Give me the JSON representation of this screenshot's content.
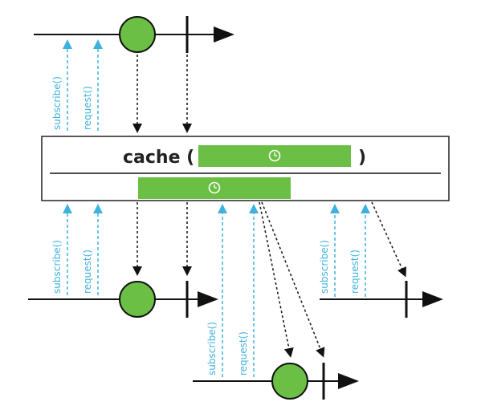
{
  "operator": {
    "name": "cache (",
    "close_paren": ")",
    "param_icon": "clock-icon",
    "time_icon": "clock-icon"
  },
  "labels": {
    "subscribe": "subscribe()",
    "request": "request()"
  },
  "colors": {
    "signal": "#6abf44",
    "request_arrow": "#3fb1de",
    "line": "#111111",
    "box_border": "#222222"
  }
}
